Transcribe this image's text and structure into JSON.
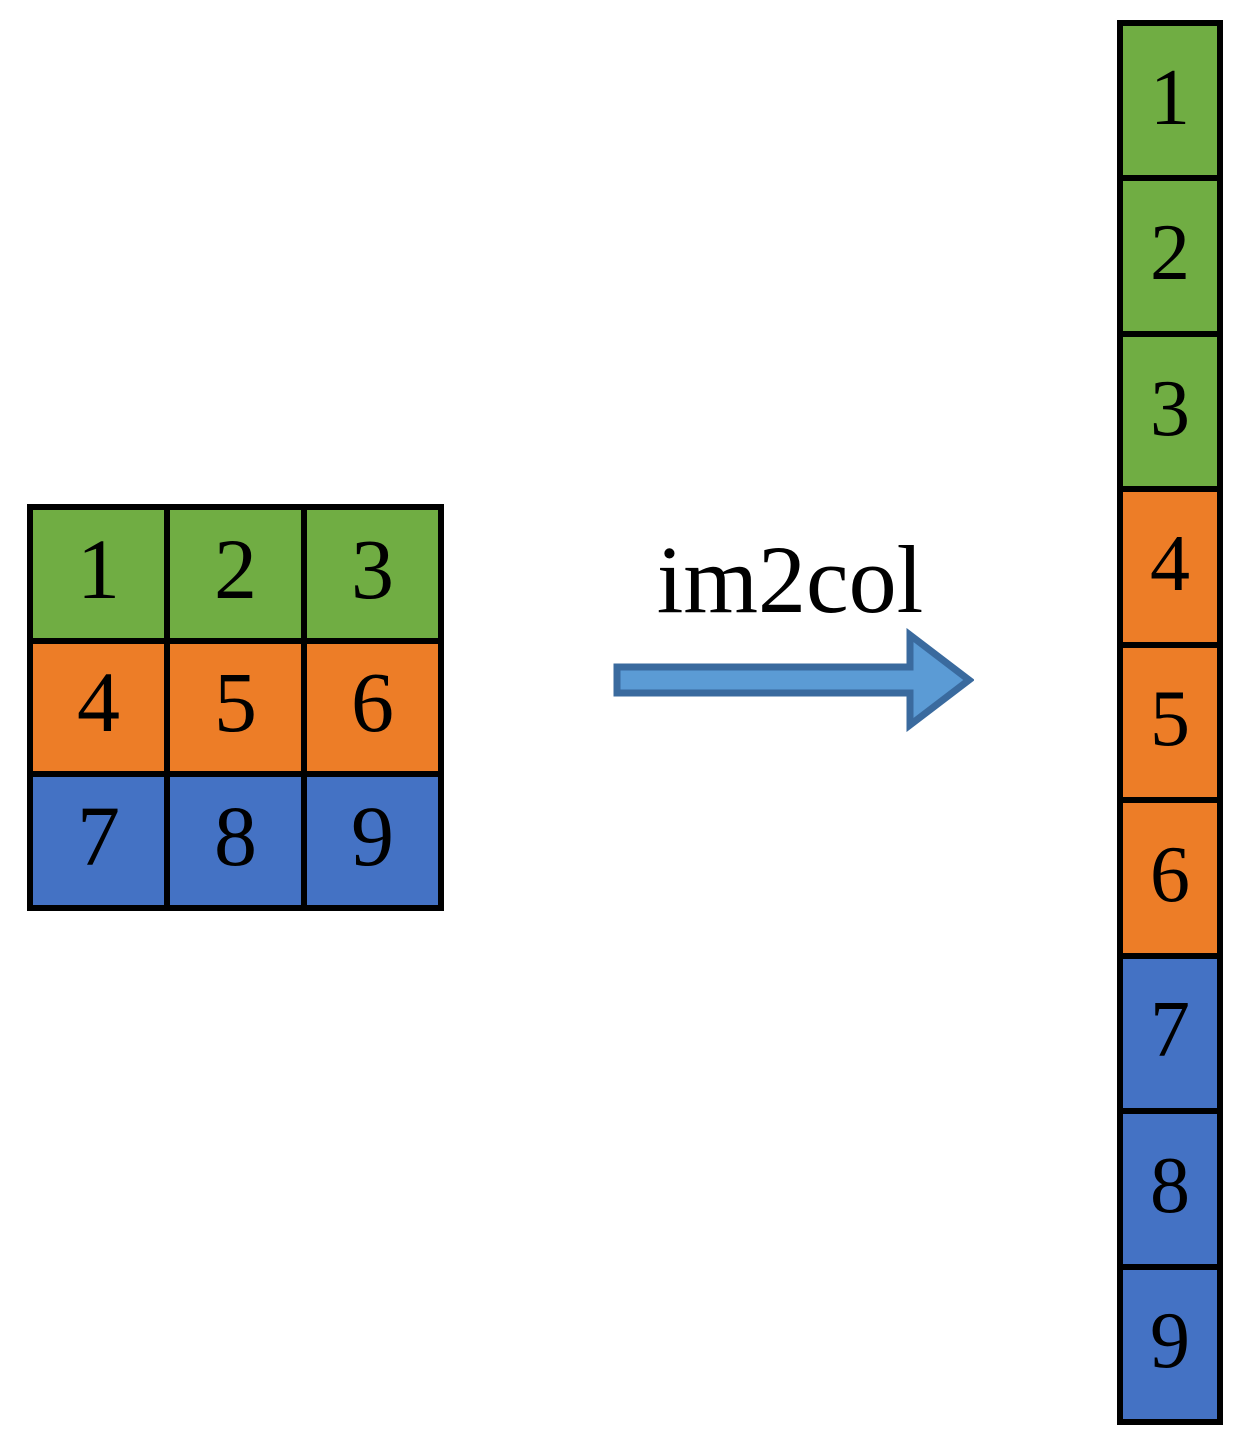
{
  "diagram": {
    "title": "im2col",
    "operation_label": "im2col",
    "arrow": {
      "name": "right-arrow",
      "direction": "right",
      "fill": "#5B9BD5",
      "stroke": "#3A6A9E"
    },
    "colors": {
      "green": "#70AD43",
      "orange": "#ED7D27",
      "blue": "#4472C4",
      "border": "#000000",
      "background": "#FFFFFF"
    },
    "source_matrix": {
      "rows": 3,
      "cols": 3,
      "cells": [
        {
          "value": "1",
          "color": "green"
        },
        {
          "value": "2",
          "color": "green"
        },
        {
          "value": "3",
          "color": "green"
        },
        {
          "value": "4",
          "color": "orange"
        },
        {
          "value": "5",
          "color": "orange"
        },
        {
          "value": "6",
          "color": "orange"
        },
        {
          "value": "7",
          "color": "blue"
        },
        {
          "value": "8",
          "color": "blue"
        },
        {
          "value": "9",
          "color": "blue"
        }
      ]
    },
    "result_column": {
      "rows": 9,
      "cols": 1,
      "cells": [
        {
          "value": "1",
          "color": "green"
        },
        {
          "value": "2",
          "color": "green"
        },
        {
          "value": "3",
          "color": "green"
        },
        {
          "value": "4",
          "color": "orange"
        },
        {
          "value": "5",
          "color": "orange"
        },
        {
          "value": "6",
          "color": "orange"
        },
        {
          "value": "7",
          "color": "blue"
        },
        {
          "value": "8",
          "color": "blue"
        },
        {
          "value": "9",
          "color": "blue"
        }
      ]
    }
  }
}
